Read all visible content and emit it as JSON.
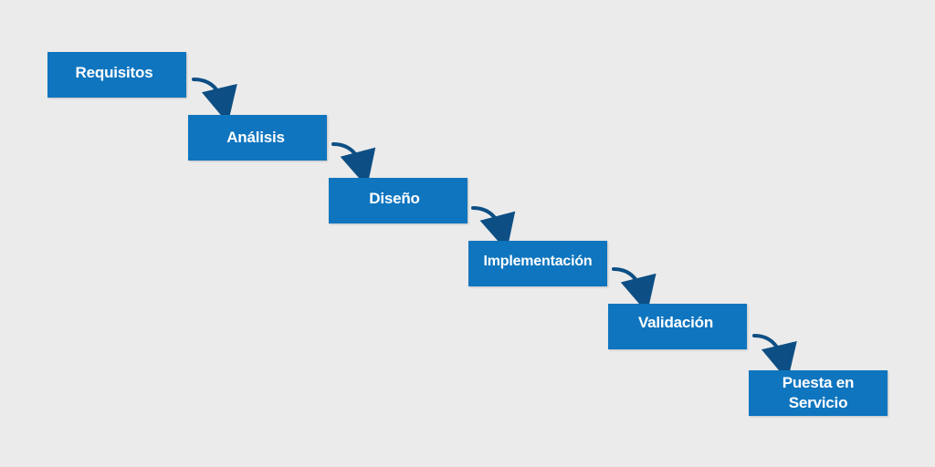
{
  "steps": [
    {
      "label": "Requisitos"
    },
    {
      "label": "Análisis"
    },
    {
      "label": "Diseño"
    },
    {
      "label": "Implementación"
    },
    {
      "label": "Validación"
    },
    {
      "label": "Puesta en\nServicio"
    }
  ],
  "colors": {
    "background": "#ebebeb",
    "box_fill": "#0f75bf",
    "box_text": "#ffffff",
    "arrow": "#0d4f84"
  }
}
